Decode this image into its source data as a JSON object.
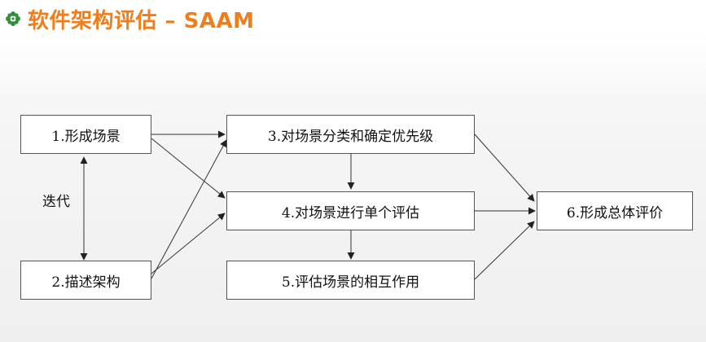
{
  "title": {
    "text": "软件架构评估 – SAAM",
    "icon": "flower-bullet-icon",
    "color": "#f07d1a",
    "icon_color": "#2f8f3a"
  },
  "diagram": {
    "nodes": [
      {
        "id": "n1",
        "label": "1.形成场景"
      },
      {
        "id": "n2",
        "label": "2.描述架构"
      },
      {
        "id": "n3",
        "label": "3.对场景分类和确定优先级"
      },
      {
        "id": "n4",
        "label": "4.对场景进行单个评估"
      },
      {
        "id": "n5",
        "label": "5.评估场景的相互作用"
      },
      {
        "id": "n6",
        "label": "6.形成总体评价"
      }
    ],
    "iteration_label": "迭代",
    "edges": [
      {
        "from": "n1",
        "to": "n3"
      },
      {
        "from": "n1",
        "to": "n4"
      },
      {
        "from": "n2",
        "to": "n3"
      },
      {
        "from": "n2",
        "to": "n4"
      },
      {
        "from": "n1",
        "to": "n2",
        "bidirectional": true
      },
      {
        "from": "n3",
        "to": "n4"
      },
      {
        "from": "n4",
        "to": "n5"
      },
      {
        "from": "n3",
        "to": "n6"
      },
      {
        "from": "n4",
        "to": "n6"
      },
      {
        "from": "n5",
        "to": "n6"
      }
    ]
  }
}
